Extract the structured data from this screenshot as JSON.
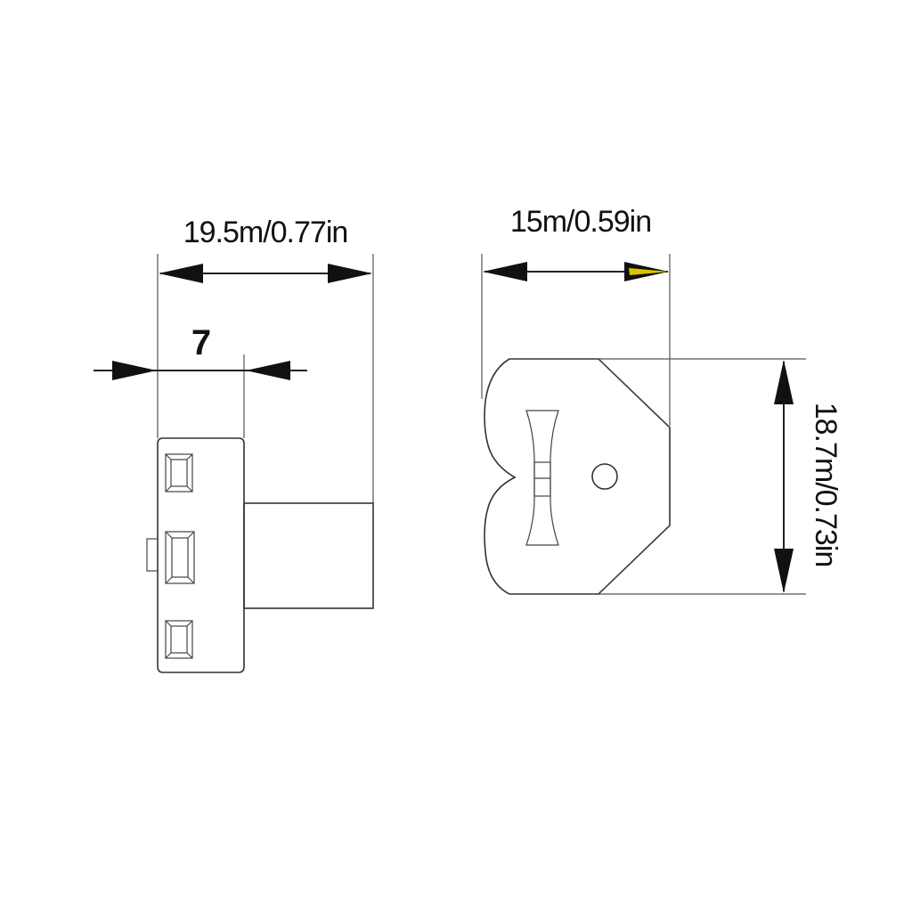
{
  "dimensions": {
    "left_width": "19.5m/0.77in",
    "left_inner": "7",
    "right_width": "15m/0.59in",
    "right_height": "18.7m/0.73in"
  },
  "colors": {
    "line": "#333333",
    "arrow": "#111111",
    "highlight_arrow": "#d8c400"
  }
}
